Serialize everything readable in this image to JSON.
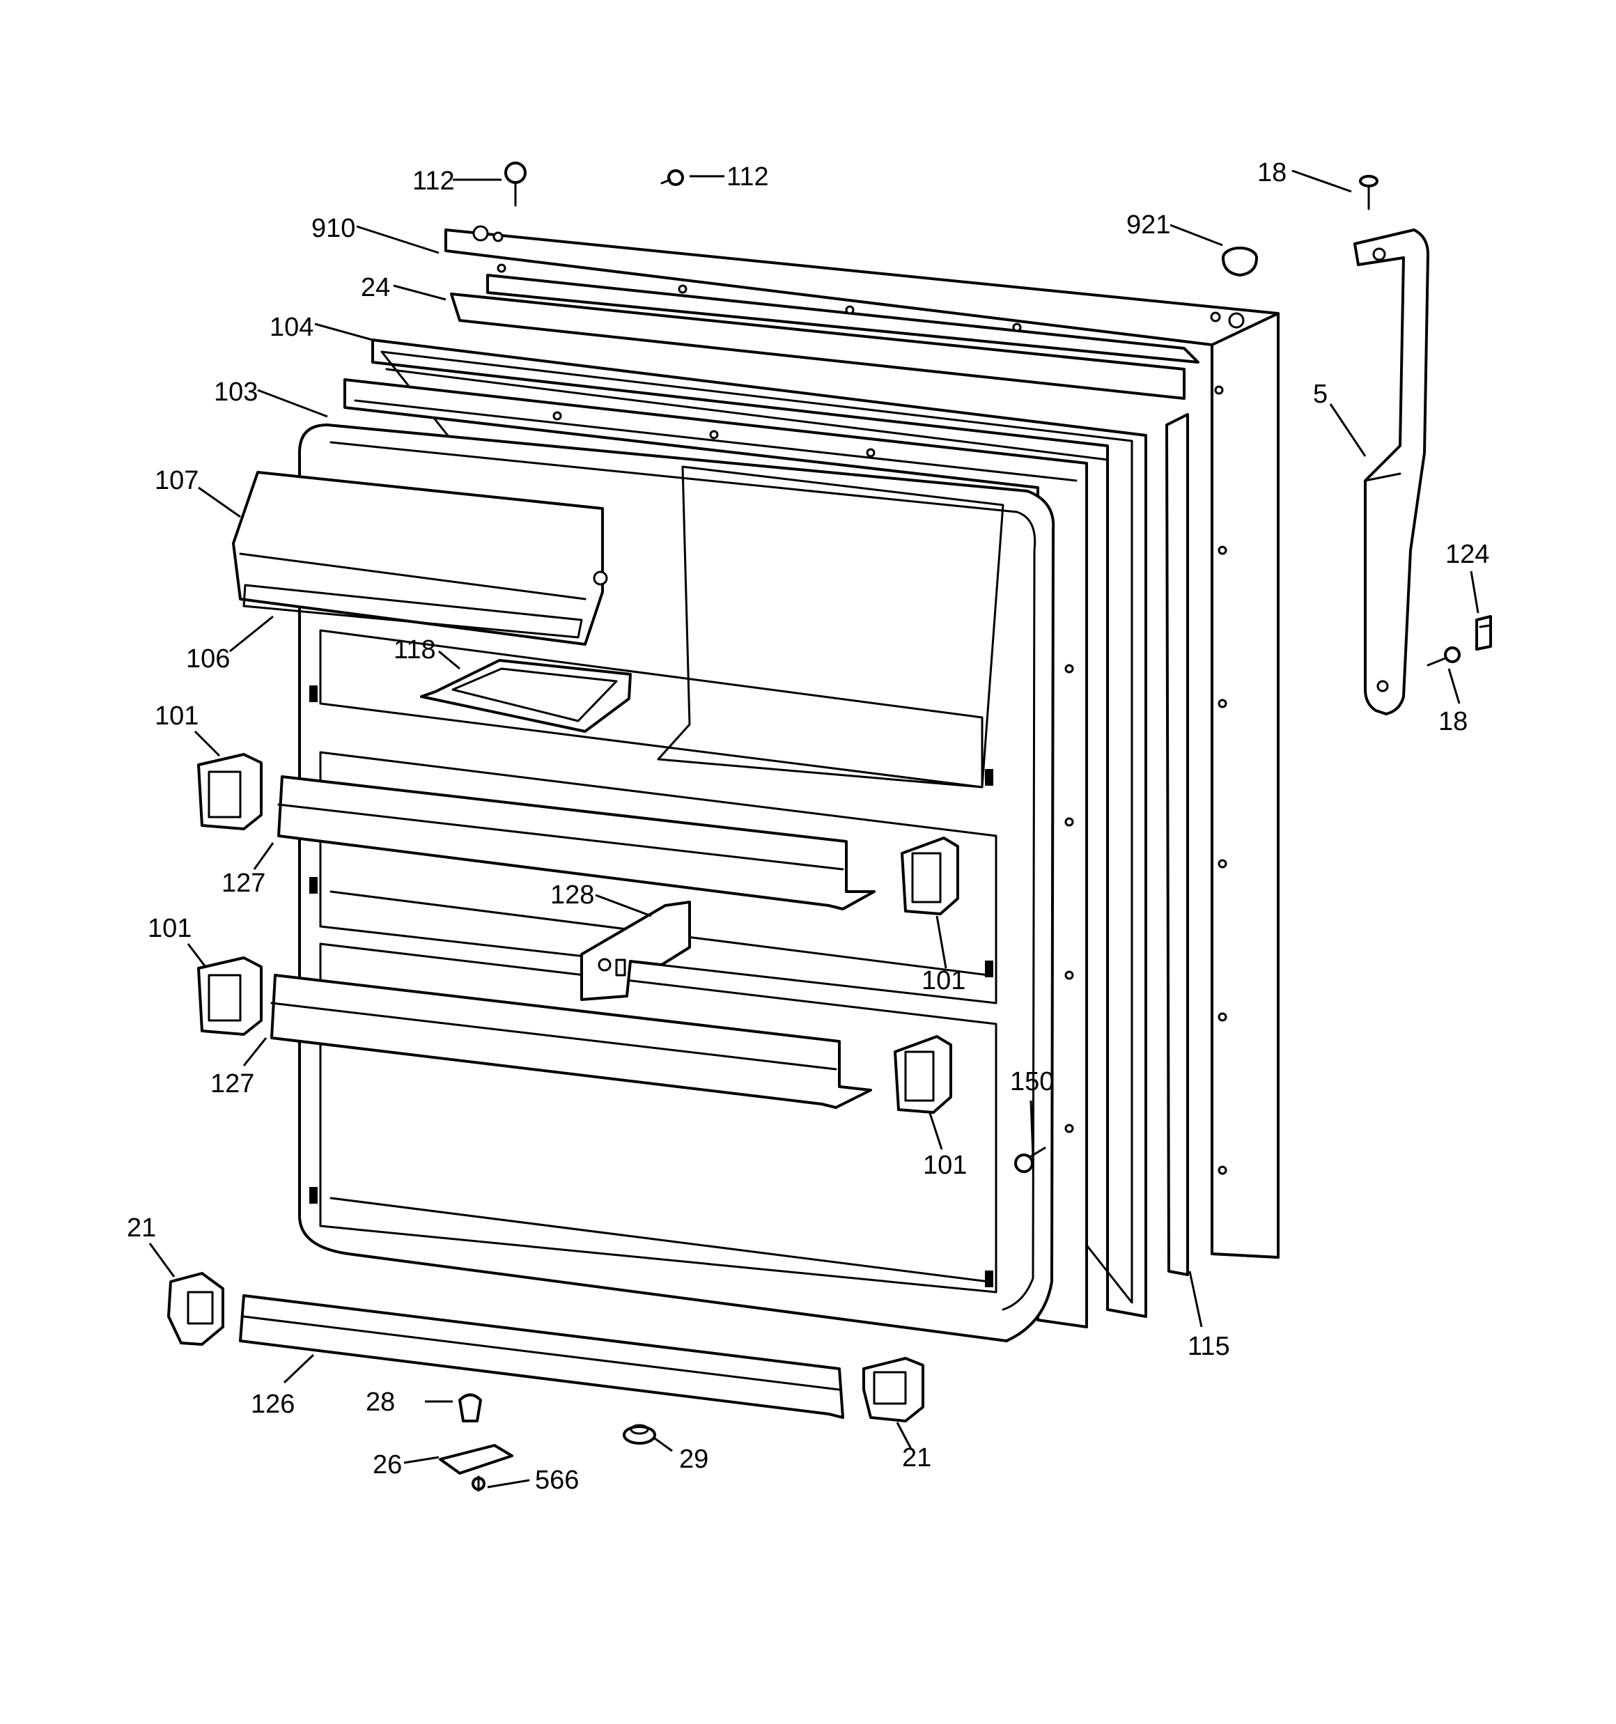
{
  "diagram": {
    "callouts": [
      {
        "id": "c-112-a",
        "text": "112"
      },
      {
        "id": "c-112-b",
        "text": "112"
      },
      {
        "id": "c-18-a",
        "text": "18"
      },
      {
        "id": "c-910",
        "text": "910"
      },
      {
        "id": "c-921",
        "text": "921"
      },
      {
        "id": "c-24",
        "text": "24"
      },
      {
        "id": "c-104",
        "text": "104"
      },
      {
        "id": "c-103",
        "text": "103"
      },
      {
        "id": "c-5",
        "text": "5"
      },
      {
        "id": "c-107",
        "text": "107"
      },
      {
        "id": "c-124",
        "text": "124"
      },
      {
        "id": "c-18-b",
        "text": "18"
      },
      {
        "id": "c-118",
        "text": "118"
      },
      {
        "id": "c-106",
        "text": "106"
      },
      {
        "id": "c-101-a",
        "text": "101"
      },
      {
        "id": "c-127-a",
        "text": "127"
      },
      {
        "id": "c-128",
        "text": "128"
      },
      {
        "id": "c-101-b",
        "text": "101"
      },
      {
        "id": "c-101-c",
        "text": "101"
      },
      {
        "id": "c-127-b",
        "text": "127"
      },
      {
        "id": "c-150",
        "text": "150"
      },
      {
        "id": "c-101-d",
        "text": "101"
      },
      {
        "id": "c-21-a",
        "text": "21"
      },
      {
        "id": "c-115",
        "text": "115"
      },
      {
        "id": "c-126",
        "text": "126"
      },
      {
        "id": "c-28",
        "text": "28"
      },
      {
        "id": "c-26",
        "text": "26"
      },
      {
        "id": "c-29",
        "text": "29"
      },
      {
        "id": "c-21-b",
        "text": "21"
      },
      {
        "id": "c-566",
        "text": "566"
      }
    ]
  }
}
